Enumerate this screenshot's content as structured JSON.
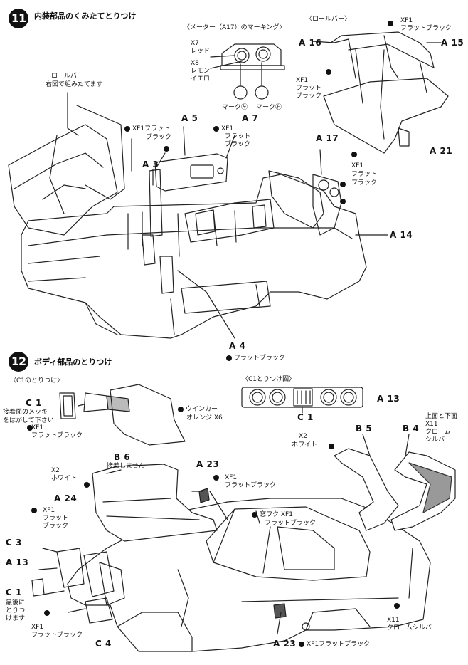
{
  "step11": {
    "number": "11",
    "title": "内装部品のくみたてとりつけ",
    "meter_title": "〈メーター（A17）のマーキング〉",
    "rollbar_title": "〈ロールバー〉",
    "rollbar_note_1": "ロールバー",
    "rollbar_note_2": "右図で組みたてます",
    "x7_code": "X7",
    "x7_color": "レッド",
    "x8_code": "X8",
    "x8_color_1": "レモン",
    "x8_color_2": "イエロー",
    "mark_l": "マーク㊧",
    "mark_r": "マーク㊨",
    "xf1_code": "XF1",
    "xf1_code_inline": "XF1フラット",
    "flat_black": "フラットブラック",
    "flat": "フラット",
    "black": "ブラック",
    "a4_paint": "フラットブラック",
    "parts": {
      "a3": "A 3",
      "a4": "A 4",
      "a5": "A 5",
      "a7": "A 7",
      "a14": "A 14",
      "a15": "A 15",
      "a16": "A 16",
      "a17": "A 17",
      "a21": "A 21"
    }
  },
  "step12": {
    "number": "12",
    "title": "ボディ部品のとりつけ",
    "c1_title": "〈C1のとりつけ〉",
    "c1_fig_title": "〈C1とりつけ図〉",
    "c1_note_1": "接着面のメッキ",
    "c1_note_2": "をはがして下さい",
    "winker_1": "ウインカー",
    "winker_2": "オレンジ X6",
    "x2_code": "X2",
    "white": "ホワイト",
    "b6_note": "接着しません",
    "b4_note_1": "上面と下面",
    "b4_note_2": "X11",
    "b4_note_3": "クローム",
    "b4_note_4": "シルバー",
    "window_frame": "窓ワク XF1",
    "c1_last_1": "最後に",
    "c1_last_2": "とりつ",
    "c1_last_3": "けます",
    "x11_code": "X11",
    "chrome_silver": "クロームシルバー",
    "a23_paint": "XF1フラットブラック",
    "xf1_code": "XF1",
    "flat_black": "フラットブラック",
    "flat": "フラット",
    "black": "ブラック",
    "parts": {
      "a13": "A 13",
      "a23": "A 23",
      "a24": "A 24",
      "b4": "B 4",
      "b5": "B 5",
      "b6": "B 6",
      "c1": "C 1",
      "c3": "C 3",
      "c4": "C 4"
    }
  }
}
